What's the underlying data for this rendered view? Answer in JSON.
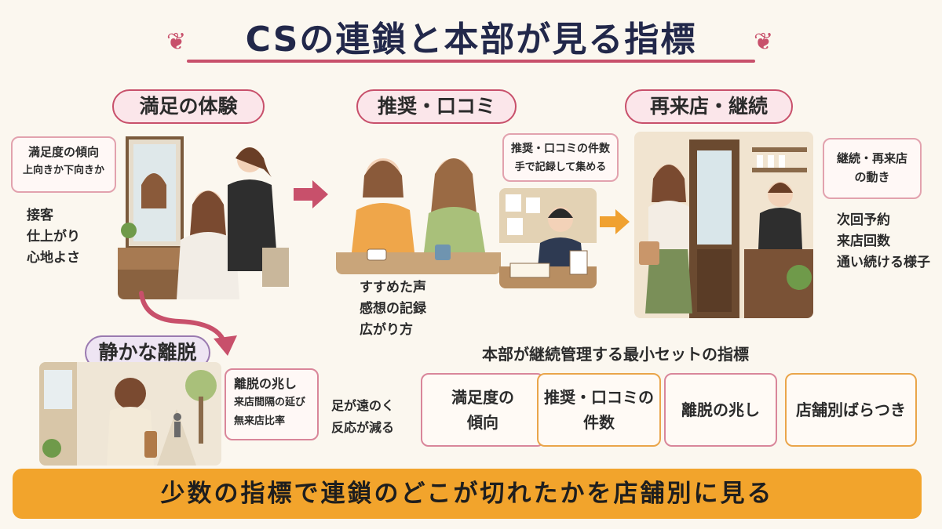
{
  "title": "CSの連鎖と本部が見る指標",
  "stages": {
    "satisfaction": {
      "label": "満足の体験",
      "card": [
        "満足度の傾向",
        "上向きか下向きか"
      ],
      "notes": [
        "接客",
        "仕上がり",
        "心地よさ"
      ]
    },
    "recommend": {
      "label": "推奨・口コミ",
      "card": [
        "推奨・口コミの件数",
        "手で記録して集める"
      ],
      "notes": [
        "すすめた声",
        "感想の記録",
        "広がり方"
      ]
    },
    "continue": {
      "label": "再来店・継続",
      "card": [
        "継続・再来店",
        "の動き"
      ],
      "notes": [
        "次回予約",
        "来店回数",
        "通い続ける様子"
      ]
    },
    "churn": {
      "label": "静かな離脱",
      "card": [
        "離脱の兆し",
        "来店間隔の延び",
        "無来店比率"
      ],
      "notes": [
        "足が遠のく",
        "反応が減る"
      ]
    }
  },
  "hq": {
    "heading": "本部が継続管理する最小セットの指標",
    "metrics": [
      {
        "lines": [
          "満足度の",
          "傾向"
        ]
      },
      {
        "lines": [
          "推奨・口コミの",
          "件数"
        ]
      },
      {
        "lines": [
          "離脱の兆し"
        ]
      },
      {
        "lines": [
          "店舗別ばらつき"
        ]
      }
    ]
  },
  "banner": "少数の指標で連鎖のどこが切れたかを店舗別に見る",
  "colors": {
    "accent_pink": "#c8506b",
    "arrow_pink": "#c8506b",
    "arrow_orange": "#f0a130",
    "banner": "#f2a42c",
    "purple": "#9a7ab0"
  },
  "icons": [
    "leaf-sprig-icon",
    "arrow-right-icon",
    "curved-arrow-down-icon"
  ]
}
